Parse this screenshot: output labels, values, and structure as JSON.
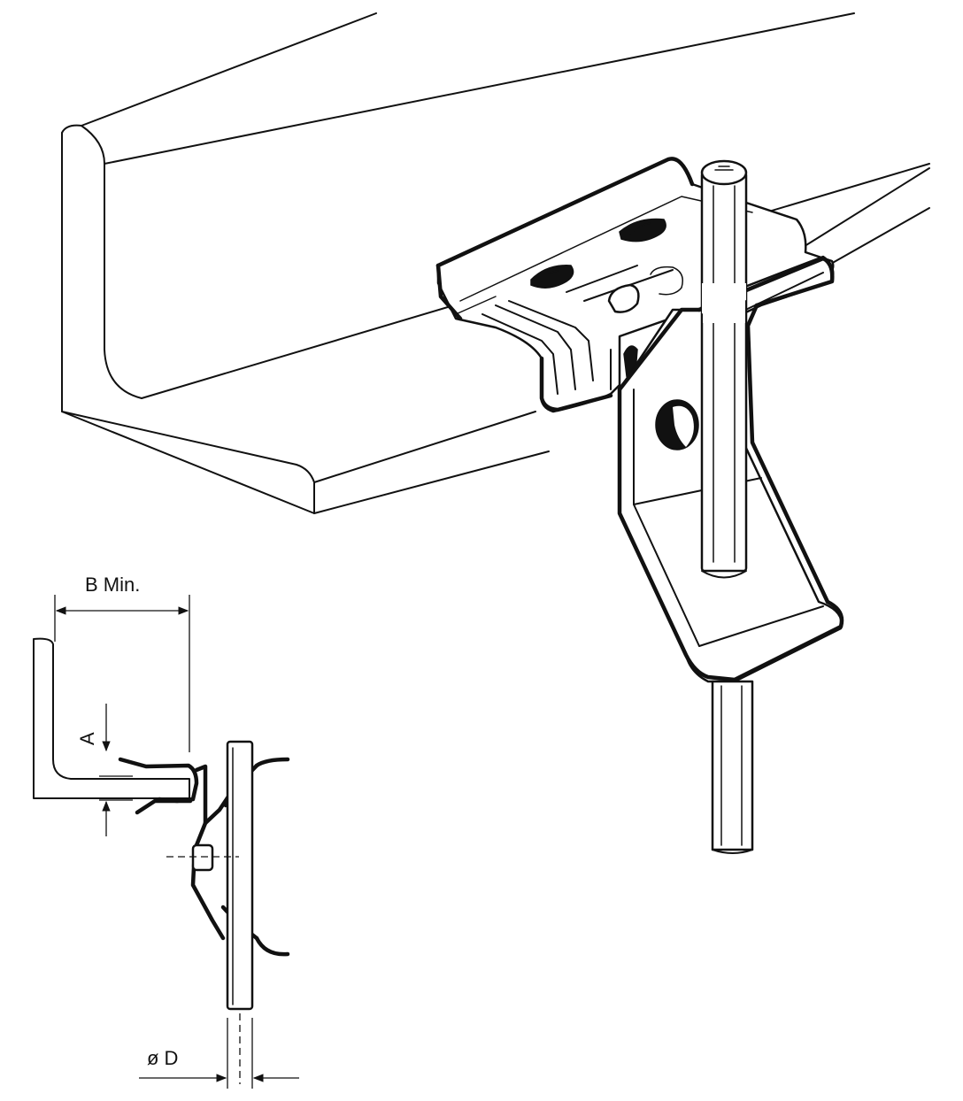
{
  "diagram": {
    "labels": {
      "b_min": "B Min.",
      "a": "A",
      "d": "ø D"
    }
  }
}
